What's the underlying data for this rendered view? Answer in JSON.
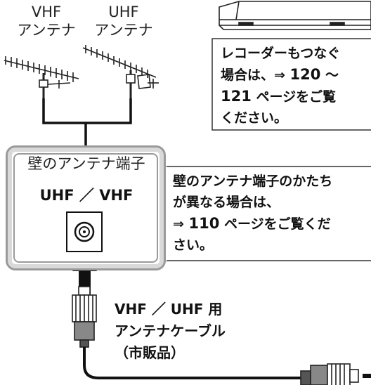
{
  "antennas": {
    "vhf": {
      "line1": "VHF",
      "line2": "アンテナ"
    },
    "uhf": {
      "line1": "UHF",
      "line2": "アンテナ"
    }
  },
  "recorder_note": {
    "line1": "レコーダーもつなぐ",
    "line2_prefix": "場合は、⇒ ",
    "line2_num": "120",
    "line2_suffix": " ～",
    "line3_num": "121",
    "line3_suffix": " ページをご覧",
    "line4": "ください。"
  },
  "wall_terminal": {
    "title": "壁のアンテナ端子",
    "subtitle": "UHF ／ VHF"
  },
  "wall_note": {
    "line1": "壁のアンテナ端子のかたち",
    "line2": "が異なる場合は、",
    "line3_prefix": "⇒ ",
    "line3_num": "110",
    "line3_suffix": " ページをご覧くだ",
    "line4": "さい。"
  },
  "cable_label": {
    "line1": "VHF ／ UHF 用",
    "line2": "アンテナケーブル",
    "line3": "（市販品）"
  }
}
